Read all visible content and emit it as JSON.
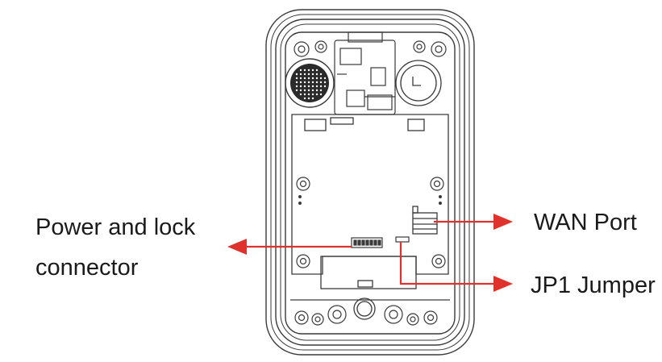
{
  "labels": {
    "power_line1": "Power and lock",
    "power_line2": "connector",
    "wan": "WAN Port",
    "jp1": "JP1 Jumper"
  },
  "colors": {
    "arrow": "#e0322c",
    "outline": "#3a3a3a"
  }
}
